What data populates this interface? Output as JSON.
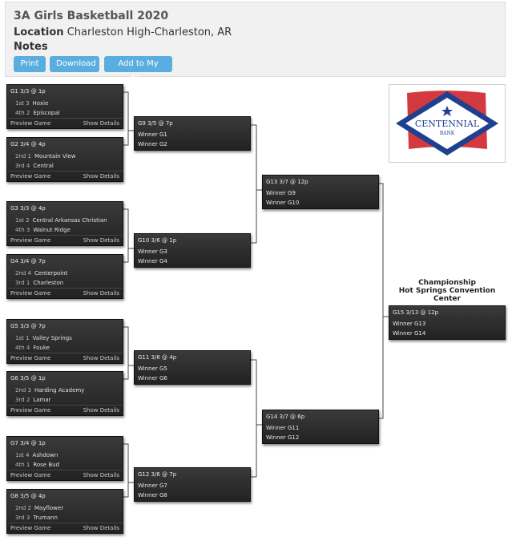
{
  "header": {
    "title": "3A Girls Basketball 2020",
    "location_label": "Location",
    "location_value": "Charleston High-Charleston, AR",
    "notes_label": "Notes",
    "buttons": [
      "Print",
      "Download",
      "Add to My Site"
    ]
  },
  "round1": [
    {
      "header": "G1 3/3 @ 1p",
      "teams": [
        {
          "seed": "1st 3",
          "name": "Hoxie"
        },
        {
          "seed": "4th 2",
          "name": "Episcopal"
        }
      ]
    },
    {
      "header": "G2 3/4 @ 4p",
      "teams": [
        {
          "seed": "2nd 1",
          "name": "Mountain View"
        },
        {
          "seed": "3rd 4",
          "name": "Central"
        }
      ]
    },
    {
      "header": "G3 3/3 @ 4p",
      "teams": [
        {
          "seed": "1st 2",
          "name": "Central Arkansas Christian"
        },
        {
          "seed": "4th 3",
          "name": "Walnut Ridge"
        }
      ]
    },
    {
      "header": "G4 3/4 @ 7p",
      "teams": [
        {
          "seed": "2nd 4",
          "name": "Centerpoint"
        },
        {
          "seed": "3rd 1",
          "name": "Charleston"
        }
      ]
    },
    {
      "header": "G5 3/3 @ 7p",
      "teams": [
        {
          "seed": "1st 1",
          "name": "Valley Springs"
        },
        {
          "seed": "4th 4",
          "name": "Fouke"
        }
      ]
    },
    {
      "header": "G6 3/5 @ 1p",
      "teams": [
        {
          "seed": "2nd 3",
          "name": "Harding Academy"
        },
        {
          "seed": "3rd 2",
          "name": "Lamar"
        }
      ]
    },
    {
      "header": "G7 3/4 @ 1p",
      "teams": [
        {
          "seed": "1st 4",
          "name": "Ashdown"
        },
        {
          "seed": "4th 1",
          "name": "Rose Bud"
        }
      ]
    },
    {
      "header": "G8 3/5 @ 4p",
      "teams": [
        {
          "seed": "2nd 2",
          "name": "Mayflower"
        },
        {
          "seed": "3rd 3",
          "name": "Trumann"
        }
      ]
    }
  ],
  "card_footer": {
    "preview": "Preview Game",
    "details": "Show Details"
  },
  "round2": [
    {
      "header": "G9 3/5 @ 7p",
      "teams": [
        "Winner G1",
        "Winner G2"
      ]
    },
    {
      "header": "G10 3/6 @ 1p",
      "teams": [
        "Winner G3",
        "Winner G4"
      ]
    },
    {
      "header": "G11 3/6 @ 4p",
      "teams": [
        "Winner G5",
        "Winner G6"
      ]
    },
    {
      "header": "G12 3/6 @ 7p",
      "teams": [
        "Winner G7",
        "Winner G8"
      ]
    }
  ],
  "round3": [
    {
      "header": "G13 3/7 @ 12p",
      "teams": [
        "Winner G9",
        "Winner G10"
      ]
    },
    {
      "header": "G14 3/7 @ 6p",
      "teams": [
        "Winner G11",
        "Winner G12"
      ]
    }
  ],
  "final": {
    "header": "G15 3/13 @ 12p",
    "teams": [
      "Winner G13",
      "Winner G14"
    ]
  },
  "championship": {
    "line1": "Championship",
    "line2": "Hot Springs Convention",
    "line3": "Center"
  },
  "sponsor": {
    "name": "CENTENNIAL",
    "sub": "BANK",
    "colors": {
      "red": "#d33a3f",
      "blue": "#1f3f8f"
    }
  }
}
